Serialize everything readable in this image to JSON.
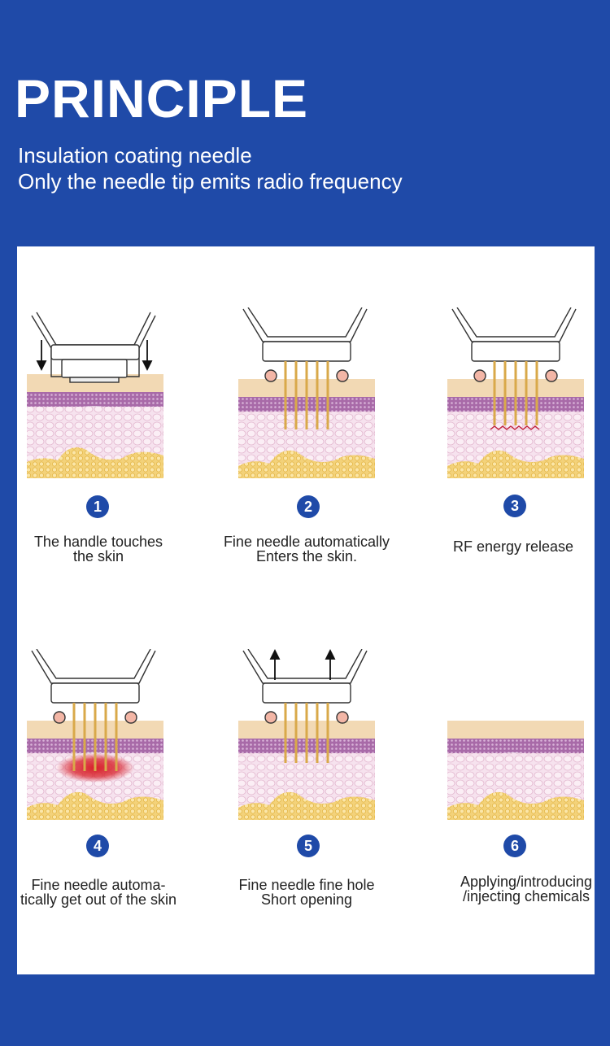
{
  "header": {
    "title": "PRINCIPLE",
    "line1": "Insulation coating needle",
    "line2": "Only the needle tip emits radio frequency"
  },
  "steps": [
    {
      "number": "1",
      "caption1": "The handle touches",
      "caption2": "the skin"
    },
    {
      "number": "2",
      "caption1": "Fine needle automatically",
      "caption2": "Enters the skin."
    },
    {
      "number": "3",
      "caption1": "RF energy release",
      "caption2": ""
    },
    {
      "number": "4",
      "caption1": "Fine needle automa-",
      "caption2": "tically get out of the skin"
    },
    {
      "number": "5",
      "caption1": "Fine needle fine hole",
      "caption2": "Short opening"
    },
    {
      "number": "6",
      "caption1": "Applying/introducing",
      "caption2": "/injecting chemicals"
    }
  ],
  "colors": {
    "background": "#1f4aa8",
    "panel": "#ffffff",
    "epidermis": "#f2d9b4",
    "dermis": "#f6e2ee",
    "purple_layer": "#9a5fa0",
    "fat": "#f0c95a",
    "needle": "#d9a94a",
    "rf_zigzag": "#c0203a",
    "heat": "#d8202a"
  },
  "icons": [
    "handpiece",
    "down-arrow",
    "up-arrow",
    "needle",
    "rf-zigzag",
    "heat-glow"
  ]
}
